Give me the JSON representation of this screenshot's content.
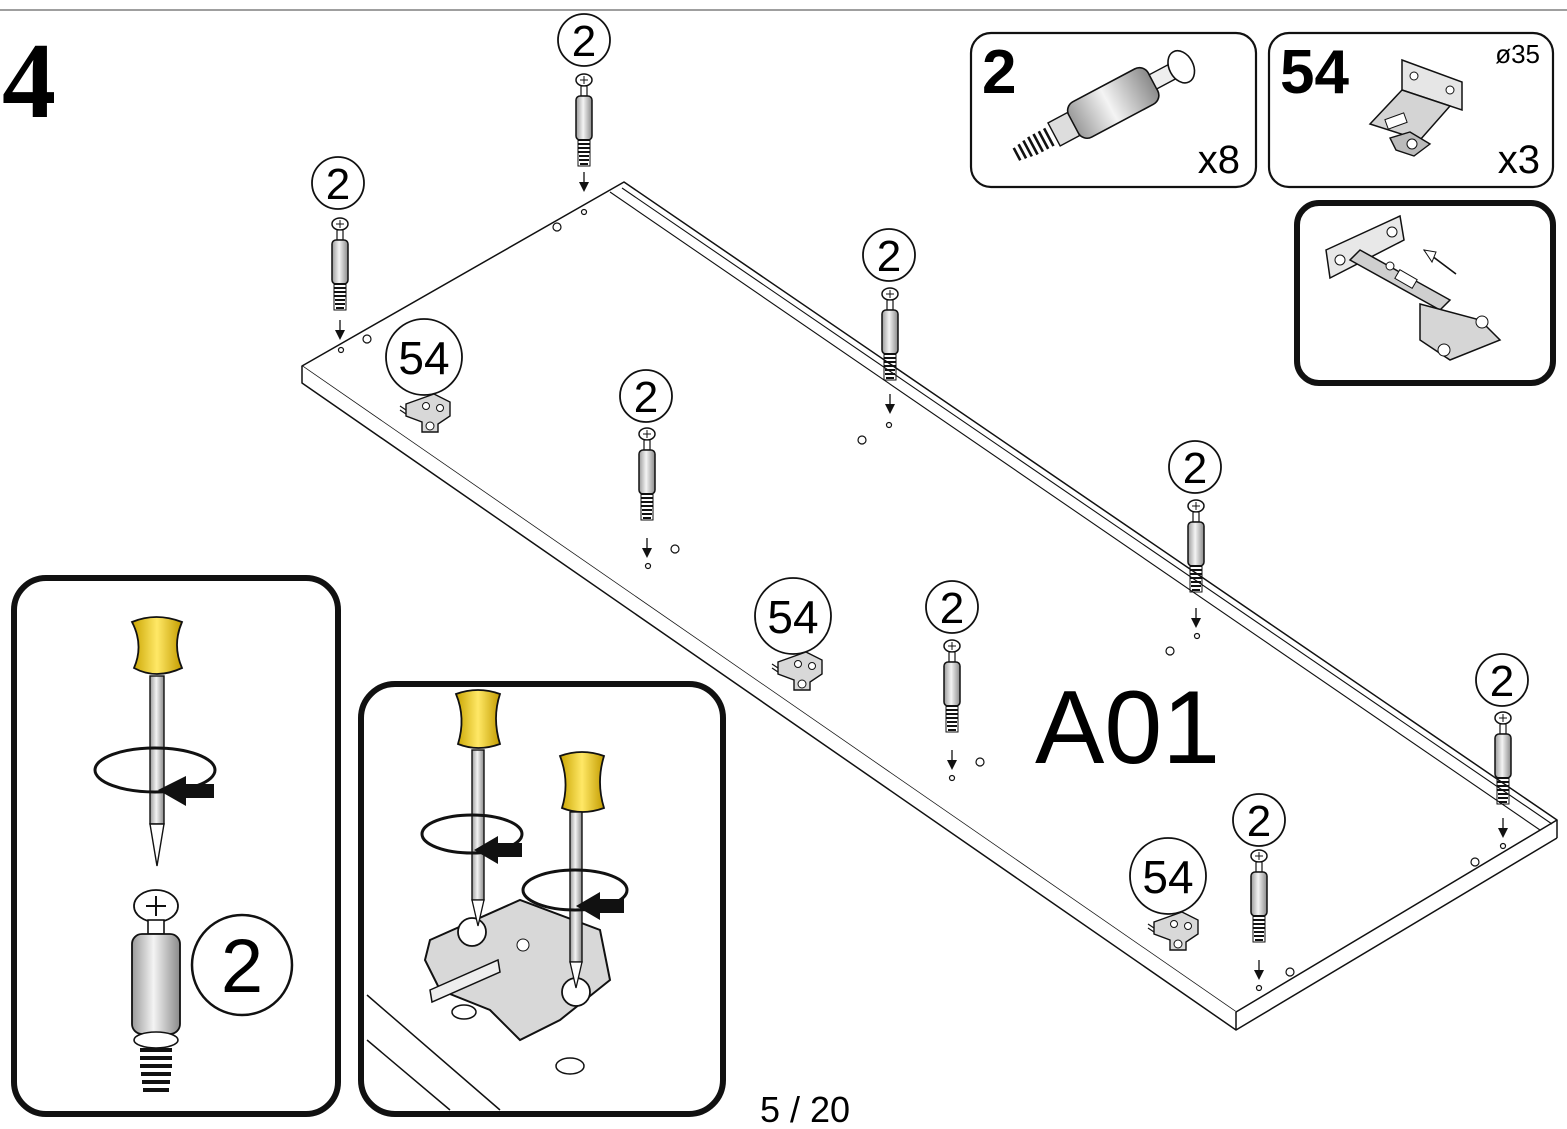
{
  "step": {
    "number": "4"
  },
  "panel": {
    "label": "A01"
  },
  "parts": [
    {
      "id": "2",
      "quantity": "x8",
      "icon": "cam-dowel-icon"
    },
    {
      "id": "54",
      "quantity": "x3",
      "spec": "ø35",
      "icon": "hinge-plate-icon"
    }
  ],
  "callouts": {
    "dowel": "2",
    "hinge": "54",
    "detail_dowel": "2"
  },
  "page": {
    "indicator": "5 / 20"
  },
  "colors": {
    "handle": "#f2d13a",
    "line": "#1a1a1a",
    "hinge": "#d6d6d6"
  }
}
